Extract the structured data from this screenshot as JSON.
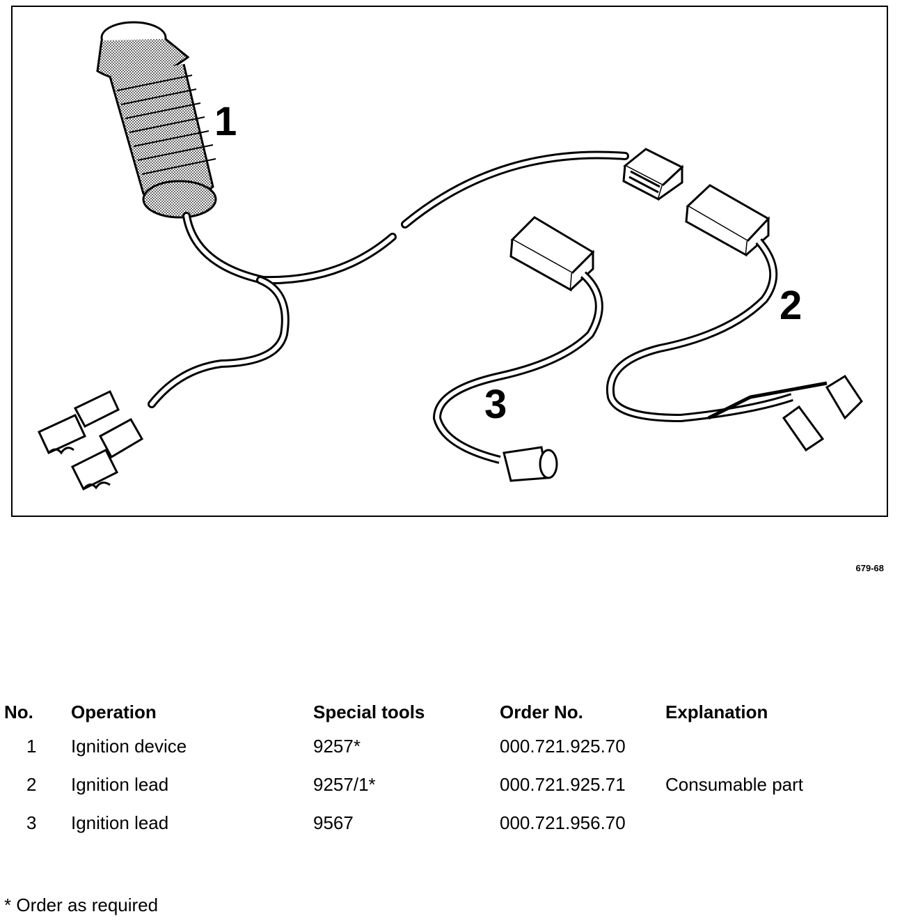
{
  "figure": {
    "callouts": [
      "1",
      "2",
      "3"
    ],
    "code": "679-68"
  },
  "table": {
    "headers": {
      "no": "No.",
      "operation": "Operation",
      "tools": "Special tools",
      "order": "Order No.",
      "explanation": "Explanation"
    },
    "rows": [
      {
        "no": "1",
        "operation": "Ignition device",
        "tools": "9257*",
        "order": "000.721.925.70",
        "explanation": ""
      },
      {
        "no": "2",
        "operation": "Ignition lead",
        "tools": "9257/1*",
        "order": "000.721.925.71",
        "explanation": "Consumable part"
      },
      {
        "no": "3",
        "operation": "Ignition lead",
        "tools": "9567",
        "order": "000.721.956.70",
        "explanation": ""
      }
    ]
  },
  "footnote": "* Order as required"
}
